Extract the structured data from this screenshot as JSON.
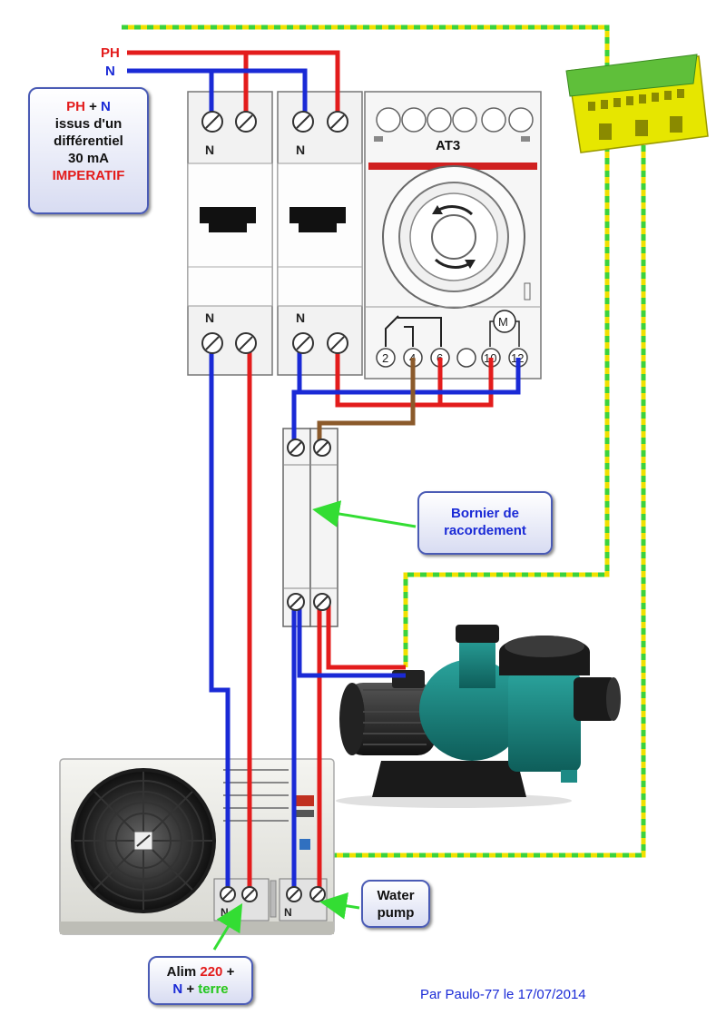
{
  "labels": {
    "ph": "PH",
    "n": "N",
    "at3": "AT3",
    "motor": "M",
    "breaker_n": "N",
    "timer_terminals": [
      "2",
      "4",
      "6",
      "10",
      "12"
    ],
    "hp_terminal_n": "N"
  },
  "note_box": {
    "ph": "PH",
    "plus": "+",
    "n": "N",
    "line2": "issus d'un",
    "line3": "différentiel",
    "line4": "30 mA",
    "line5": "IMPERATIF"
  },
  "bornier_box": {
    "line1": "Bornier de",
    "line2": "racordement"
  },
  "pump_box": {
    "line1": "Water",
    "line2": "pump"
  },
  "alim_box": {
    "alim": "Alim",
    "v220": "220",
    "plus": "+",
    "n": "N",
    "plus2": "+",
    "terre": "terre"
  },
  "credit": "Par Paulo-77 le 17/07/2014",
  "colors": {
    "phase": "#e31c1c",
    "neutral": "#1a2ad6",
    "earth_green": "#3cd23c",
    "earth_yellow": "#f0e000",
    "link_brown": "#8b5a2b",
    "arrow": "#33dd33",
    "pump_body": "#1d8a85"
  },
  "icons": [
    "screw-terminal-icon",
    "timer-dial-icon",
    "fan-grille-icon",
    "pump-motor-icon",
    "ground-bar-icon"
  ]
}
